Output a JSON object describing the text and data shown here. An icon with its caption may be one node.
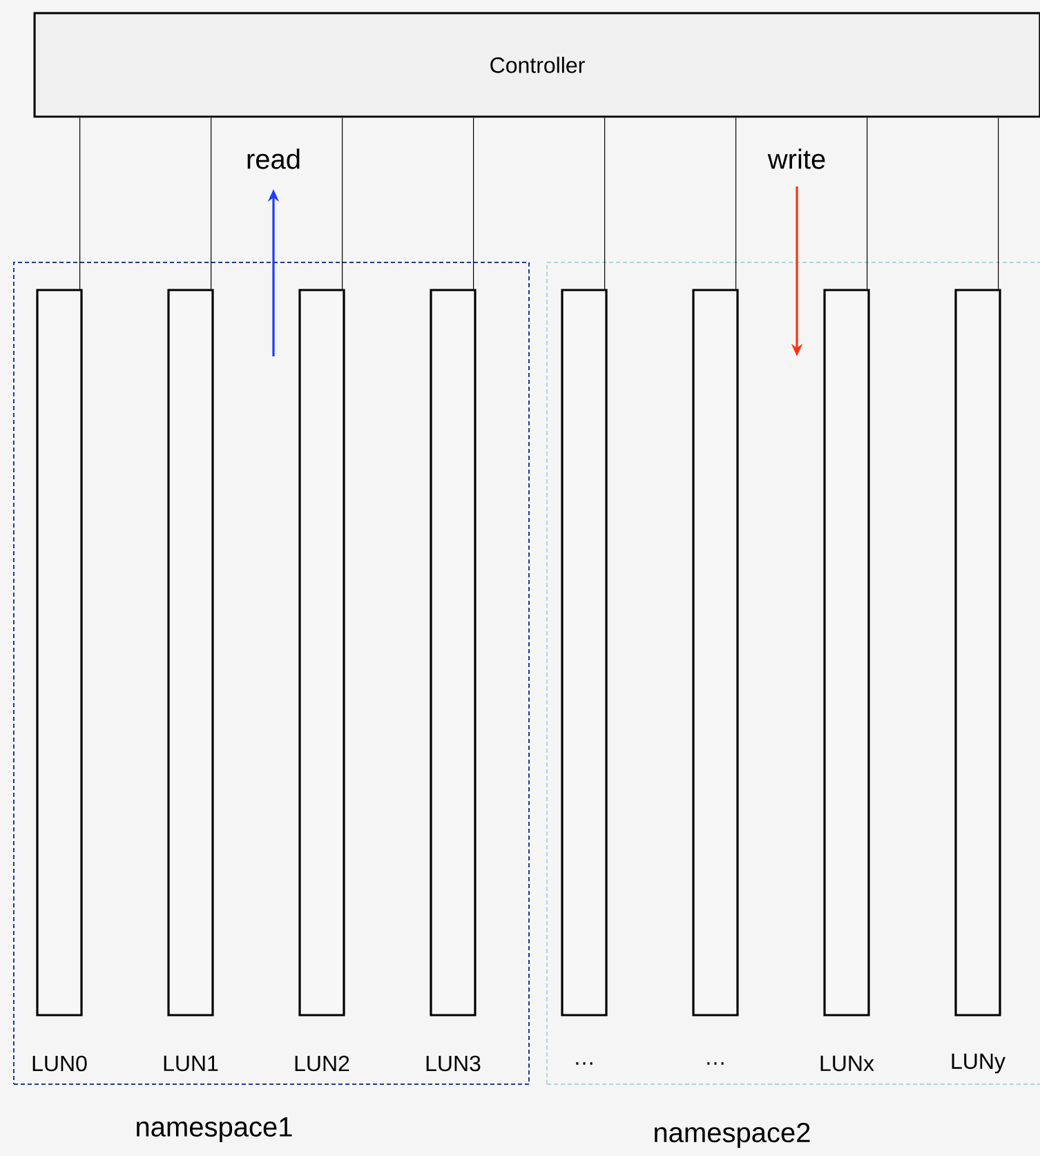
{
  "diagram": {
    "nodes": [
      {
        "text": [
          "Controller"
        ]
      },
      {
        "text": [
          "namespace1"
        ]
      },
      {
        "text": [],
        "shape": "bar",
        "in": 1,
        "beside": [
          "LUN0"
        ]
      },
      {
        "text": [],
        "shape": "bar",
        "in": 1,
        "beside": [
          "LUN1"
        ]
      },
      {
        "text": [],
        "shape": "bar",
        "in": 1,
        "beside": [
          "LUN2"
        ]
      },
      {
        "text": [],
        "shape": "bar",
        "in": 1,
        "beside": [
          "LUN3"
        ]
      },
      {
        "text": [
          "namespace2"
        ]
      },
      {
        "text": [],
        "shape": "bar",
        "in": 6,
        "beside": [
          "…"
        ]
      },
      {
        "text": [],
        "shape": "bar",
        "in": 6,
        "beside": [
          "…"
        ]
      },
      {
        "text": [],
        "shape": "bar",
        "in": 6,
        "beside": [
          "LUNx"
        ]
      },
      {
        "text": [],
        "shape": "bar",
        "in": 6,
        "beside": [
          "LUNy"
        ]
      }
    ],
    "edges": [
      {
        "from": 0,
        "to": 2,
        "arrow": "none"
      },
      {
        "from": 0,
        "to": 3,
        "arrow": "none"
      },
      {
        "from": 0,
        "to": 4,
        "arrow": "none"
      },
      {
        "from": 0,
        "to": 5,
        "arrow": "none"
      },
      {
        "from": 0,
        "to": 7,
        "arrow": "none"
      },
      {
        "from": 0,
        "to": 8,
        "arrow": "none"
      },
      {
        "from": 0,
        "to": 9,
        "arrow": "none"
      },
      {
        "from": 0,
        "to": 10,
        "arrow": "none"
      }
    ],
    "labels": [
      "read",
      "write"
    ]
  }
}
